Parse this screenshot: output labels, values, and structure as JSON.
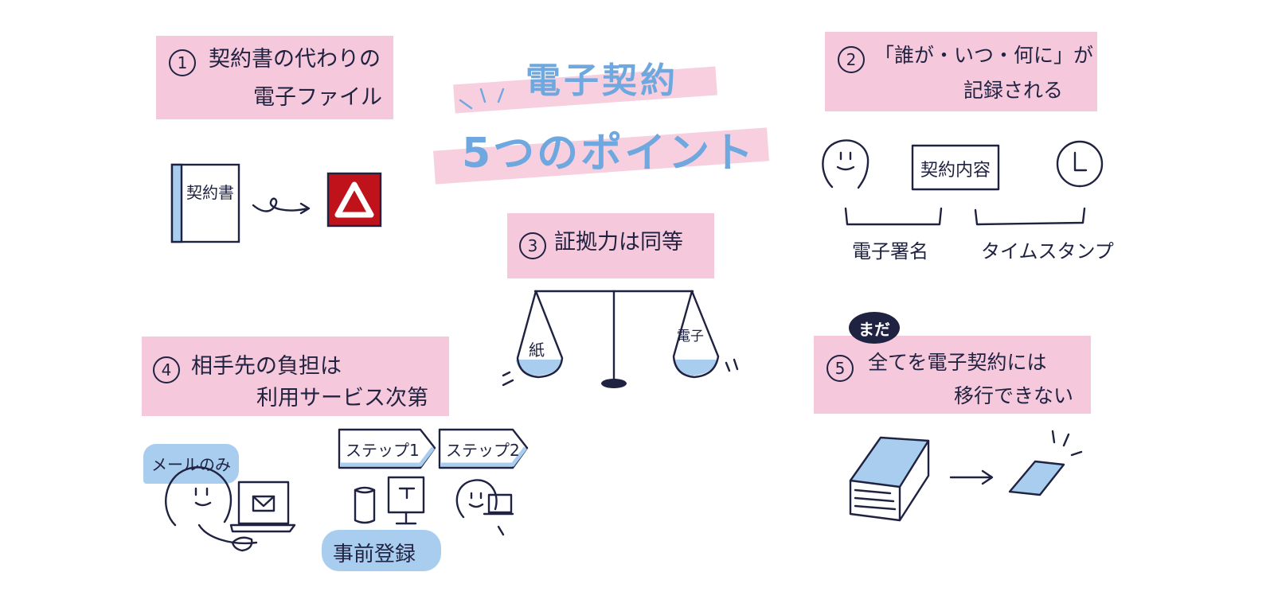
{
  "title": {
    "line1": "電子契約",
    "line2": "5つのポイント"
  },
  "points": [
    {
      "number": "1",
      "lines": [
        "契約書の代わりの",
        "電子ファイル"
      ]
    },
    {
      "number": "2",
      "lines": [
        "「誰が・いつ・何に」が",
        "記録される"
      ]
    },
    {
      "number": "3",
      "lines": [
        "証拠力は同等"
      ]
    },
    {
      "number": "4",
      "lines": [
        "相手先の負担は",
        "利用サービス次第"
      ]
    },
    {
      "number": "5",
      "lines": [
        "全てを電子契約には",
        "移行できない"
      ]
    }
  ],
  "point1": {
    "document_label": "契約書"
  },
  "point2": {
    "contract_label": "契約内容",
    "signature_label": "電子署名",
    "timestamp_label": "タイムスタンプ"
  },
  "point3": {
    "left_pan": "紙",
    "right_pan": "電子"
  },
  "point4": {
    "mail_bubble": "メールのみ",
    "step1": "ステップ1",
    "step2": "ステップ2",
    "register_bubble": "事前登録"
  },
  "point5": {
    "badge": "まだ"
  },
  "colors": {
    "panel_pink": "#f5c8db",
    "title_blue": "#6fa8df",
    "accent_blue": "#a9cdef",
    "ink": "#1f2240",
    "pdf_red": "#c0121b"
  },
  "icons": [
    "document-icon",
    "pdf-file-icon",
    "person-icon",
    "clock-icon",
    "scale-icon",
    "laptop-icon",
    "mail-icon",
    "server-icon",
    "monitor-icon",
    "paper-stack-icon",
    "single-sheet-icon"
  ]
}
